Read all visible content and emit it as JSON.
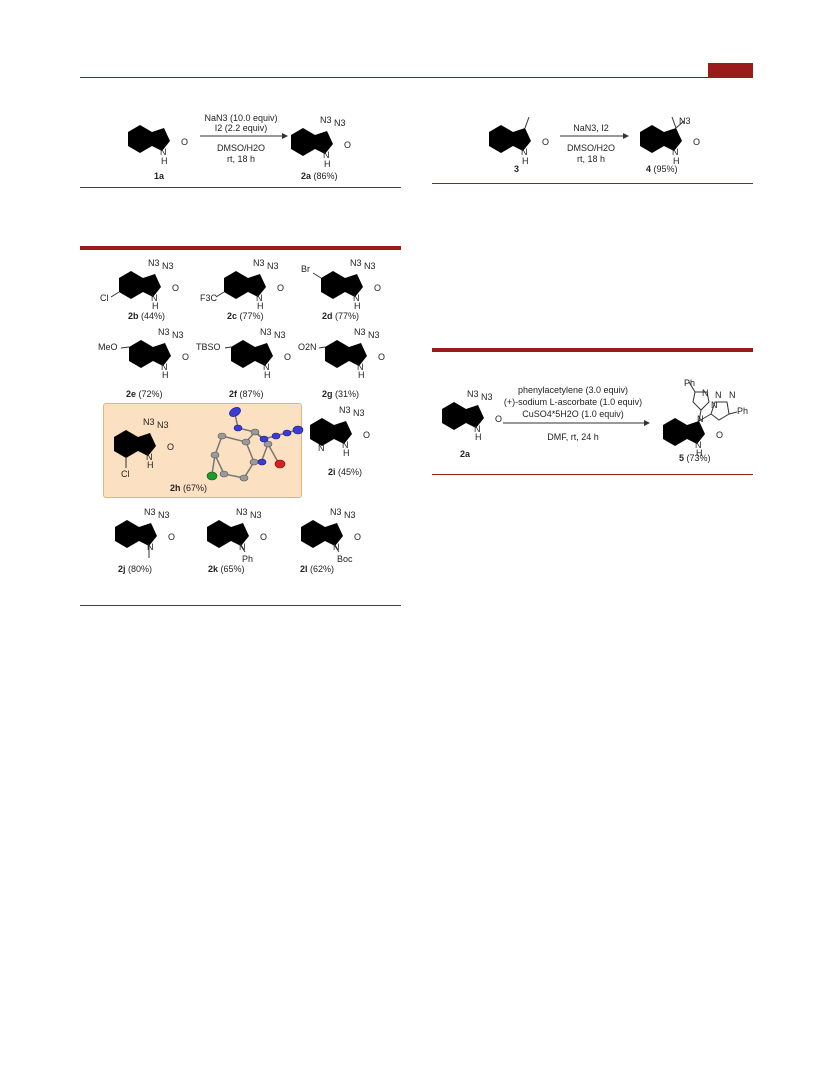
{
  "scheme1": {
    "conditions": [
      "NaN3 (10.0 equiv)",
      "I2 (2.2 equiv)",
      "DMSO/H2O",
      "rt, 18 h"
    ],
    "start": {
      "id": "1a"
    },
    "product": {
      "id": "2a",
      "yield": "(86%)"
    }
  },
  "scheme2": {
    "conditions": [
      "NaN3, I2",
      "DMSO/H2O",
      "rt, 18 h"
    ],
    "start": {
      "id": "3"
    },
    "product": {
      "id": "4",
      "yield": "(95%)"
    }
  },
  "scheme3": {
    "conditions": [
      "phenylacetylene (3.0 equiv)",
      "(+)-sodium L-ascorbate (1.0 equiv)",
      "CuSO4*5H2O (1.0 equiv)",
      "DMF, rt, 24 h"
    ],
    "start": {
      "id": "2a"
    },
    "product": {
      "id": "5",
      "yield": "(73%)"
    }
  },
  "scope": [
    {
      "id": "2b",
      "yield": "(44%)",
      "substituent": "Cl"
    },
    {
      "id": "2c",
      "yield": "(77%)",
      "substituent": "F3C"
    },
    {
      "id": "2d",
      "yield": "(77%)",
      "substituent": "Br"
    },
    {
      "id": "2e",
      "yield": "(72%)",
      "substituent": "MeO"
    },
    {
      "id": "2f",
      "yield": "(87%)",
      "substituent": "TBSO"
    },
    {
      "id": "2g",
      "yield": "(31%)",
      "substituent": "O2N"
    },
    {
      "id": "2h",
      "yield": "(67%)",
      "substituent": "Cl"
    },
    {
      "id": "2i",
      "yield": "(45%)",
      "substituent": "N"
    },
    {
      "id": "2j",
      "yield": "(80%)",
      "substituent": ""
    },
    {
      "id": "2k",
      "yield": "(65%)",
      "substituent": "Ph"
    },
    {
      "id": "2l",
      "yield": "(62%)",
      "substituent": "Boc"
    }
  ],
  "labels": {
    "n3": "N3",
    "nh": "NH",
    "h": "H",
    "n": "N",
    "o": "O",
    "ph": "Ph"
  }
}
